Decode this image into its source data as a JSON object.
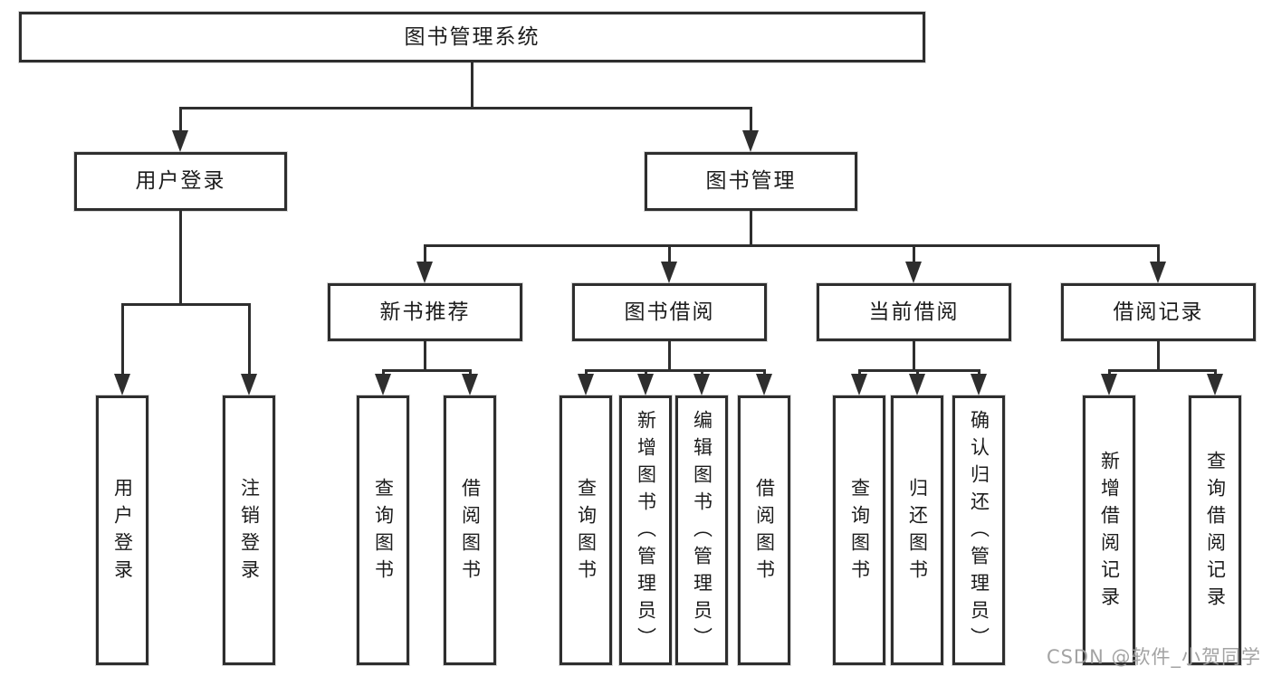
{
  "diagram": {
    "title_node": "图书管理系统",
    "level2": {
      "user_login": "用户登录",
      "book_management": "图书管理"
    },
    "level3": {
      "new_book_recommend": "新书推荐",
      "book_borrow": "图书借阅",
      "current_borrow": "当前借阅",
      "borrow_record": "借阅记录"
    },
    "leaves": {
      "user_login": [
        "用户登录",
        "注销登录"
      ],
      "new_book_recommend": [
        "查询图书",
        "借阅图书"
      ],
      "book_borrow": [
        "查询图书",
        "新增图书（管理员）",
        "编辑图书（管理员）",
        "借阅图书"
      ],
      "current_borrow": [
        "查询图书",
        "归还图书",
        "确认归还（管理员）"
      ],
      "borrow_record": [
        "新增借阅记录",
        "查询借阅记录"
      ]
    },
    "colors": {
      "line": "#2e2e2e",
      "text": "#1c1c1c",
      "watermark": "#9e9e9e"
    },
    "watermark": "CSDN @软件_小贺同学"
  }
}
